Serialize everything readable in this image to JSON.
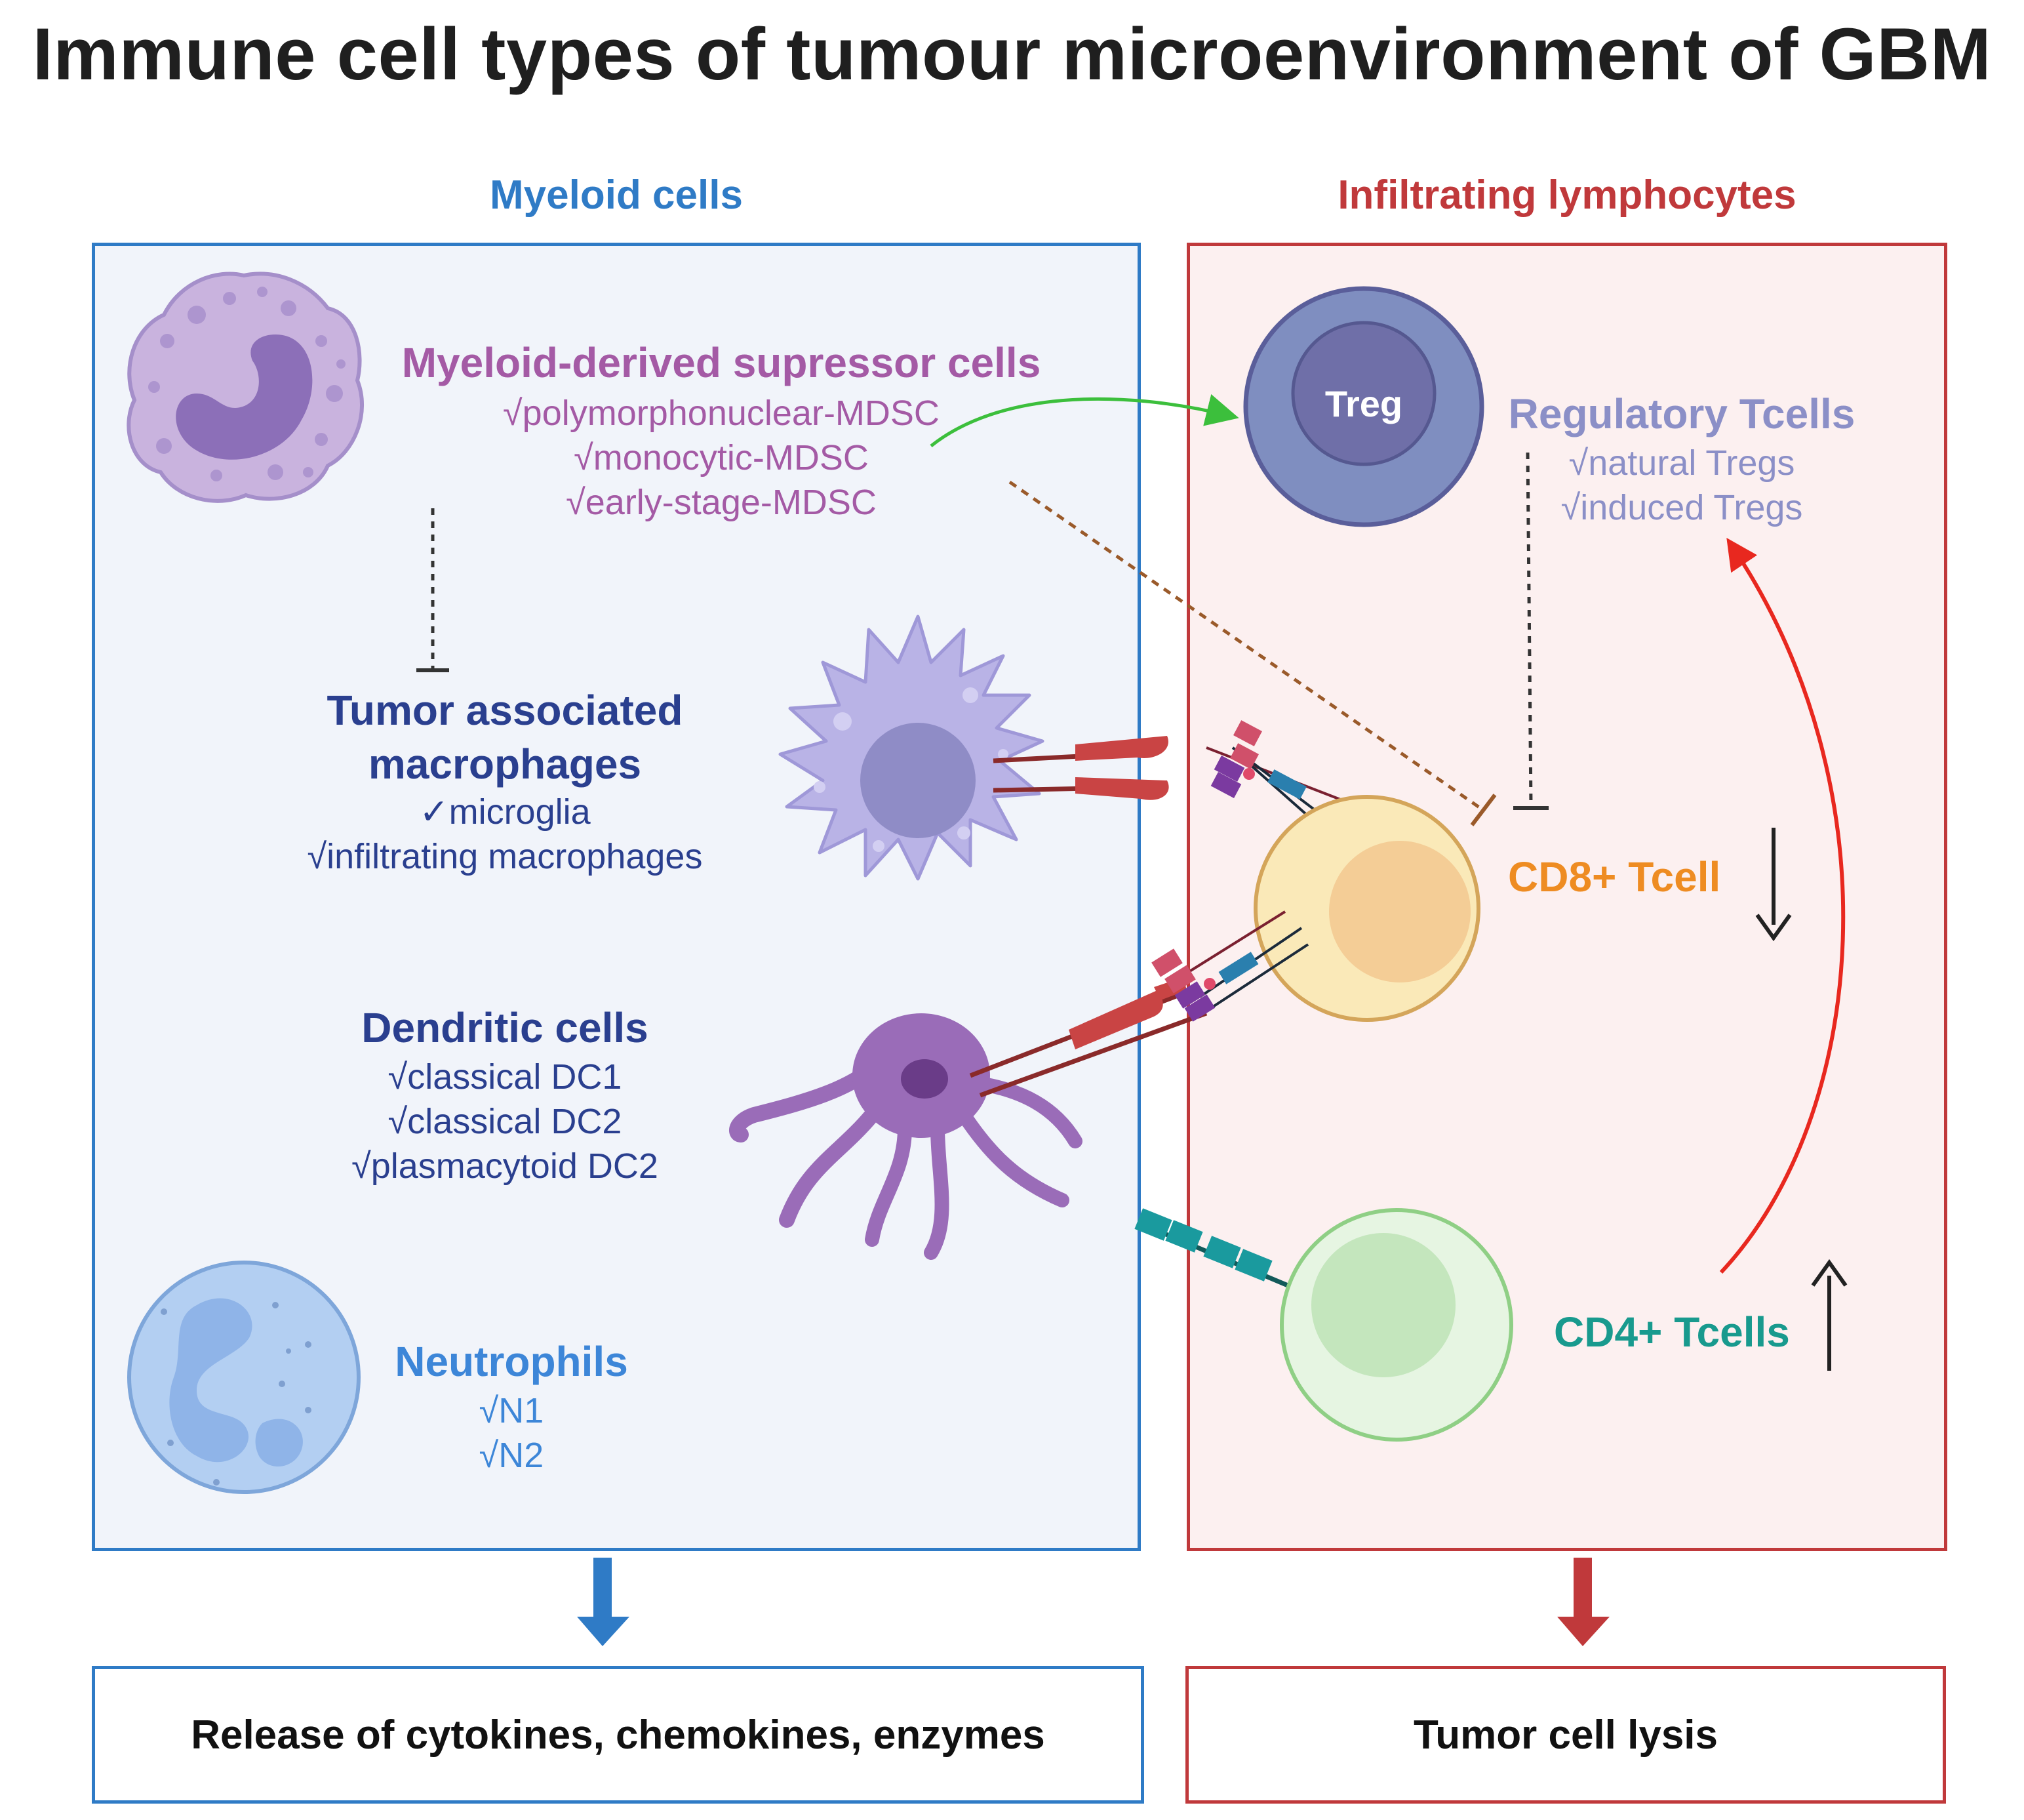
{
  "title": "Immune cell types of tumour microenvironment of GBM",
  "colors": {
    "myeloid": "#2f7bc6",
    "lymphocyte": "#c0393b",
    "mdsc": "#a45aa5",
    "tam": "#2a3f8f",
    "dc": "#2a3f8f",
    "neutrophil": "#3d86d8",
    "treg": "#8b8fc7",
    "cd8": "#ee8c22",
    "cd4": "#189a8e"
  },
  "myeloid": {
    "title": "Myeloid cells",
    "mdsc": {
      "name": "Myeloid-derived supressor cells",
      "subtypes": [
        "√polymorphonuclear-MDSC",
        "√monocytic-MDSC",
        "√early-stage-MDSC"
      ]
    },
    "tam": {
      "name_line1": "Tumor associated",
      "name_line2": "macrophages",
      "subtypes": [
        "✓microglia",
        "√infiltrating macrophages"
      ]
    },
    "dc": {
      "name": "Dendritic cells",
      "subtypes": [
        "√classical DC1",
        "√classical DC2",
        "√plasmacytoid DC2"
      ]
    },
    "neutrophils": {
      "name": "Neutrophils",
      "subtypes": [
        "√N1",
        "√N2"
      ]
    }
  },
  "lymphocytes": {
    "title": "Infiltrating lymphocytes",
    "treg": {
      "cell_label": "Treg",
      "name": "Regulatory Tcells",
      "subtypes": [
        "√natural Tregs",
        "√induced Tregs"
      ]
    },
    "cd8": {
      "name": "CD8+ Tcell",
      "trend": "down"
    },
    "cd4": {
      "name": "CD4+ Tcells",
      "trend": "up"
    }
  },
  "outputs": {
    "myeloid": "Release of cytokines, chemokines, enzymes",
    "lymphocyte": "Tumor cell lysis"
  }
}
